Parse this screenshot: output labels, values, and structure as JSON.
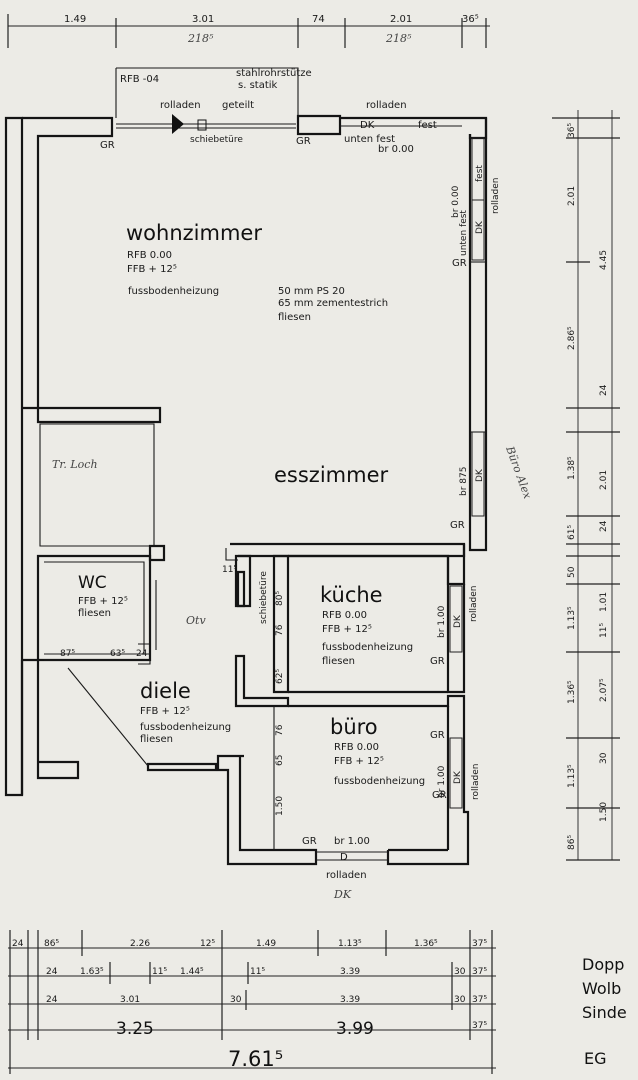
{
  "rooms": {
    "wohnzimmer": {
      "name": "wohnzimmer",
      "rfb": "RFB   0.00",
      "ffb": "FFB   + 12⁵",
      "heating": "fussbodenheizung",
      "floor1": "50 mm  PS 20",
      "floor2": "65 mm  zementestrich",
      "floor3": "fliesen"
    },
    "esszimmer": {
      "name": "esszimmer"
    },
    "kueche": {
      "name": "küche",
      "rfb": "RFB   0.00",
      "ffb": "FFB   + 12⁵",
      "heating": "fussbodenheizung",
      "floor": "fliesen"
    },
    "buero": {
      "name": "büro",
      "rfb": "RFB   0.00",
      "ffb": "FFB   + 12⁵",
      "heating": "fussbodenheizung"
    },
    "wc": {
      "name": "WC",
      "ffb": "FFB  + 12⁵",
      "floor": "fliesen"
    },
    "diele": {
      "name": "diele",
      "ffb": "FFB  + 12⁵",
      "heating": "fussbodenheizung",
      "floor": "fliesen"
    }
  },
  "labels": {
    "rfb04": "RFB -04",
    "rolladen": "rolladen",
    "geteilt": "geteilt",
    "stahl1": "stahlrohrstütze",
    "stahl2": "s. statik",
    "schiebetuere": "schiebetüre",
    "gr": "GR",
    "dk": "DK",
    "fest": "fest",
    "unten_fest": "unten fest",
    "br000": "br 0.00",
    "br875": "br 875",
    "br100": "br 1.00",
    "d": "D",
    "v875": "87⁵",
    "v635": "63⁵",
    "v24": "24",
    "v115": "11⁵",
    "v805": "80⁵",
    "v76": "76",
    "v625": "62⁵",
    "v65": "65",
    "v150": "1.50"
  },
  "handwriting": {
    "trloch": "Tr. Loch",
    "dk": "DK",
    "alex": "Büro Alex",
    "otv": "Otv"
  },
  "top_dims": [
    "1.49",
    "3.01",
    "74",
    "2.01",
    "36⁵"
  ],
  "top_hand": [
    "218⁵",
    "218⁵"
  ],
  "right_dims": [
    "36⁵",
    "2.01",
    "4.45",
    "2.86⁵",
    "24",
    "1.38⁵",
    "2.01",
    "61⁵",
    "24",
    "50",
    "1.01",
    "1.13⁵",
    "11⁵",
    "1.36⁵",
    "2.07⁵",
    "1.13⁵",
    "30",
    "1.50",
    "86⁵"
  ],
  "bottom_rows": [
    [
      "24",
      "86⁵",
      "2.26",
      "12⁵",
      "1.49",
      "1.13⁵",
      "1.36⁵",
      "37⁵"
    ],
    [
      "24",
      "1.63⁵",
      "11⁵",
      "1.44⁵",
      "11⁵",
      "3.39",
      "30",
      "37⁵"
    ],
    [
      "24",
      "3.01",
      "30",
      "3.39",
      "30",
      "37⁵"
    ],
    [
      "3.25",
      "3.99",
      "37⁵"
    ],
    [
      "7.61⁵"
    ]
  ],
  "edge_text": [
    "Dopp",
    "Wolb",
    "Sinde",
    "EG"
  ]
}
